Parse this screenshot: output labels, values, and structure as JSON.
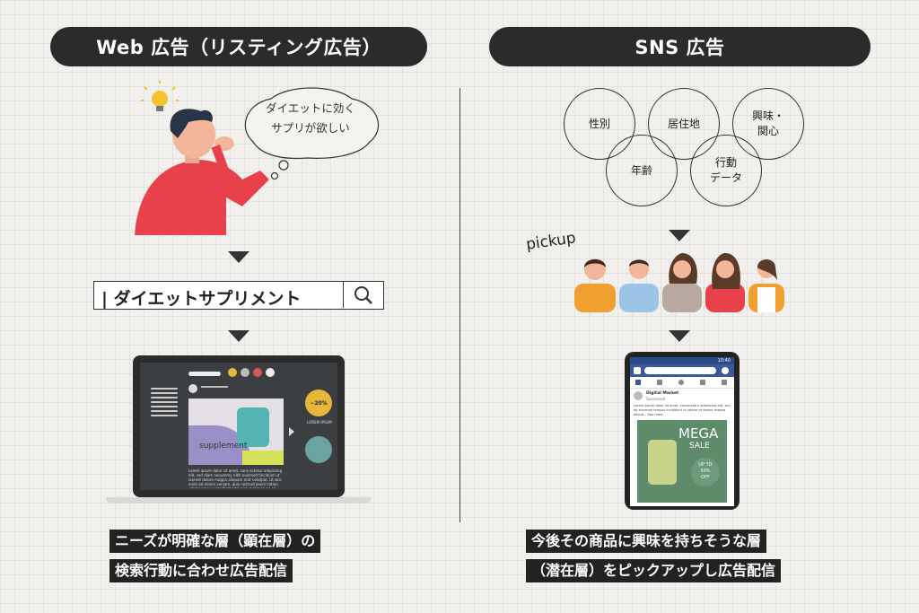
{
  "left": {
    "header": "Web 広告（リスティング広告）",
    "thought_line1": "ダイエットに効く",
    "thought_line2": "サプリが欲しい",
    "search_text": "ダイエットサプリメント",
    "laptop": {
      "image_label": "supplement",
      "discount": "−20%",
      "promo_label": "LOREM IPSUM",
      "body_text": "Lorem ipsum dolor sit amet, cons ectetur adipiscing elit, sed diam nonummy nibh euismod tincidunt ut laoreet dolore magna aliquam erat volutpat. Ut wisi enim ad minim veniam, quis nostrud exerci tation ullamcorper suscipit lobortis nisl ut aliquip ex ea commodo consequat."
    },
    "caption_line1": "ニーズが明確な層（顕在層）の",
    "caption_line2": "検索行動に合わせ広告配信"
  },
  "right": {
    "header": "SNS 広告",
    "circles": [
      "性別",
      "居住地",
      "興味・\n関心",
      "年齢",
      "行動\nデータ"
    ],
    "pickup": "pickup",
    "phone": {
      "time": "10:40",
      "page_name": "Digital Market",
      "sponsored": "Sponsored",
      "post_text": "Lorem ipsum dolor sit amet, consectetur adipiscing elit, sed do eiusmod tempor incididunt ut labore et dolore magna aliqua... See more",
      "ad_title": "MEGA",
      "ad_subtitle": "SALE",
      "ad_badge": "UP TO\n50%\nOFF"
    },
    "caption_line1": "今後その商品に興味を持ちそうな層",
    "caption_line2": "（潜在層）をピックアップし広告配信"
  },
  "colors": {
    "background": "#f2f0ec",
    "dark": "#2b2b2b",
    "shirt_red": "#e8414b",
    "facebook_blue": "#3b5998",
    "ad_green": "#5e8c6a",
    "accent_yellow": "#e8b63a"
  }
}
